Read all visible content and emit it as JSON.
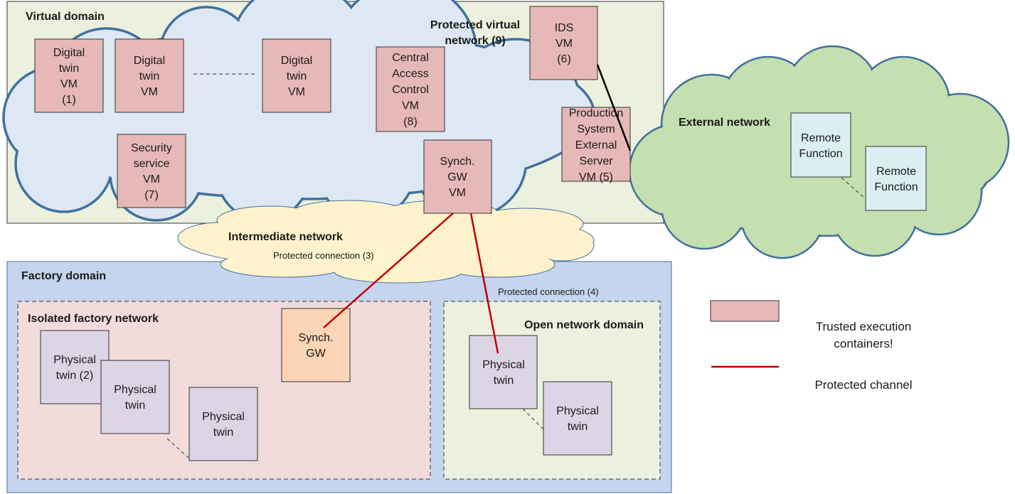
{
  "colors": {
    "virtual_domain_bg": "#ebf1de",
    "factory_domain_bg": "#c6d5ee",
    "cloud_blue": "#dde8f4",
    "cloud_green": "#c4dfb0",
    "cloud_yellow": "#fff2cc",
    "cloud_stroke": "#41719c",
    "trusted_box": "#e6b9b8",
    "gateway_box": "#fbd5b5",
    "twin_box": "#dcd5e6",
    "remote_box": "#dbeef4",
    "isolated_bg": "#f2dcdb",
    "open_bg": "#ebf1de",
    "protected_channel": "#c00000"
  },
  "domains": {
    "virtual": "Virtual domain",
    "factory": "Factory domain"
  },
  "networks": {
    "protected_virtual": [
      "Protected virtual",
      "network (9)"
    ],
    "external": "External network",
    "intermediate": "Intermediate network",
    "isolated_factory": "Isolated factory  network",
    "open_domain": "Open network domain"
  },
  "connections": {
    "protected_3": "Protected connection (3)",
    "protected_4": "Protected connection (4)"
  },
  "nodes": {
    "dt1": [
      "Digital",
      "twin",
      "VM",
      "(1)"
    ],
    "dt2": [
      "Digital",
      "twin",
      "VM"
    ],
    "dt3": [
      "Digital",
      "twin",
      "VM"
    ],
    "cac": [
      "Central",
      "Access",
      "Control",
      "VM",
      "(8)"
    ],
    "ids": [
      "IDS",
      "VM",
      "(6)"
    ],
    "pses": [
      "Production",
      "System",
      "External",
      "Server",
      "VM (5)"
    ],
    "sec": [
      "Security",
      "service",
      "VM",
      "(7)"
    ],
    "sgwvm": [
      "Synch.",
      "GW",
      "VM"
    ],
    "rf1": [
      "Remote",
      "Function"
    ],
    "rf2": [
      "Remote",
      "Function"
    ],
    "sgw": [
      "Synch.",
      "GW"
    ],
    "pt1": [
      "Physical",
      "twin (2)"
    ],
    "pt2": [
      "Physical",
      "twin"
    ],
    "pt3": [
      "Physical",
      "twin"
    ],
    "pt4": [
      "Physical",
      "twin"
    ],
    "pt5": [
      "Physical",
      "twin"
    ]
  },
  "legend": {
    "trusted": [
      "Trusted execution",
      "containers!"
    ],
    "channel": "Protected channel"
  }
}
